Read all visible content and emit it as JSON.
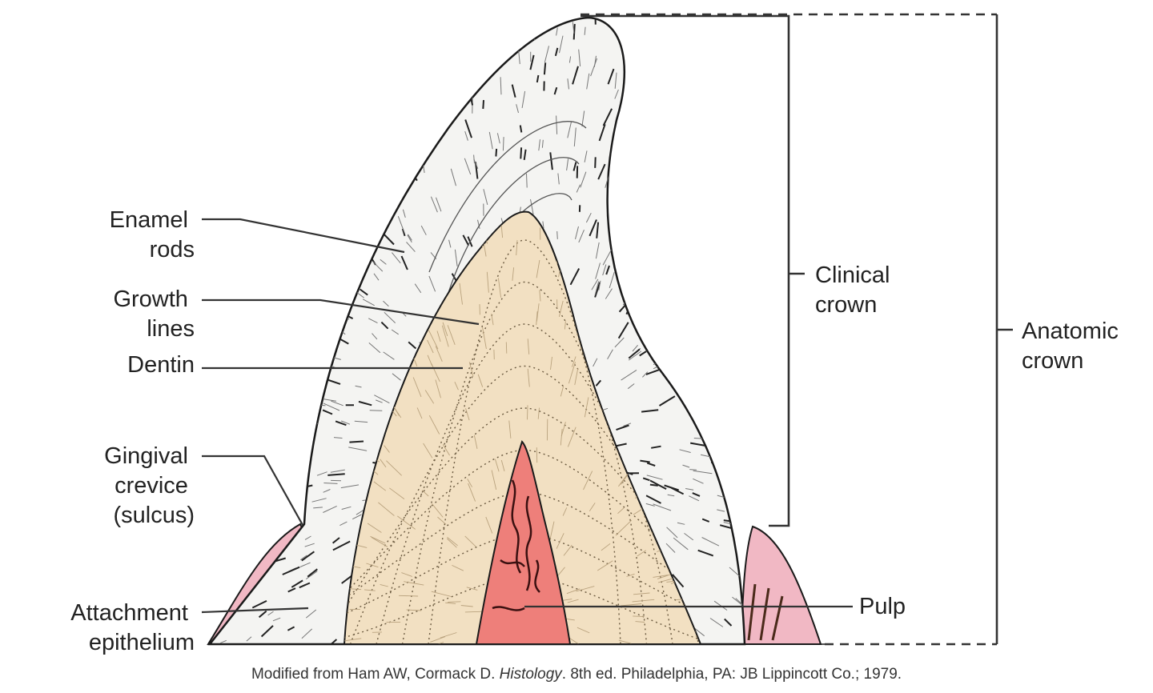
{
  "labels_left": [
    {
      "id": "enamel-rods",
      "lines": [
        "Enamel",
        "rods"
      ]
    },
    {
      "id": "growth-lines",
      "lines": [
        "Growth",
        "lines"
      ]
    },
    {
      "id": "dentin",
      "lines": [
        "Dentin"
      ]
    },
    {
      "id": "gingival-crevice",
      "lines": [
        "Gingival",
        "crevice",
        "(sulcus)"
      ]
    },
    {
      "id": "attachment-epithelium",
      "lines": [
        "Attachment",
        "epithelium"
      ]
    }
  ],
  "labels_right": [
    {
      "id": "clinical-crown",
      "lines": [
        "Clinical",
        "crown"
      ]
    },
    {
      "id": "anatomic-crown",
      "lines": [
        "Anatomic",
        "crown"
      ]
    },
    {
      "id": "pulp",
      "lines": [
        "Pulp"
      ]
    }
  ],
  "caption": {
    "prefix": "Modified from Ham AW, Cormack D. ",
    "title": "Histology",
    "suffix": ". 8th ed. Philadelphia, PA: JB Lippincott Co.; 1979."
  },
  "colors": {
    "enamel": "#f4f4f2",
    "dentin": "#f2e0c2",
    "pulp": "#ee7f7a",
    "gingiva": "#f1b8c4",
    "outline": "#1a1a1a"
  }
}
